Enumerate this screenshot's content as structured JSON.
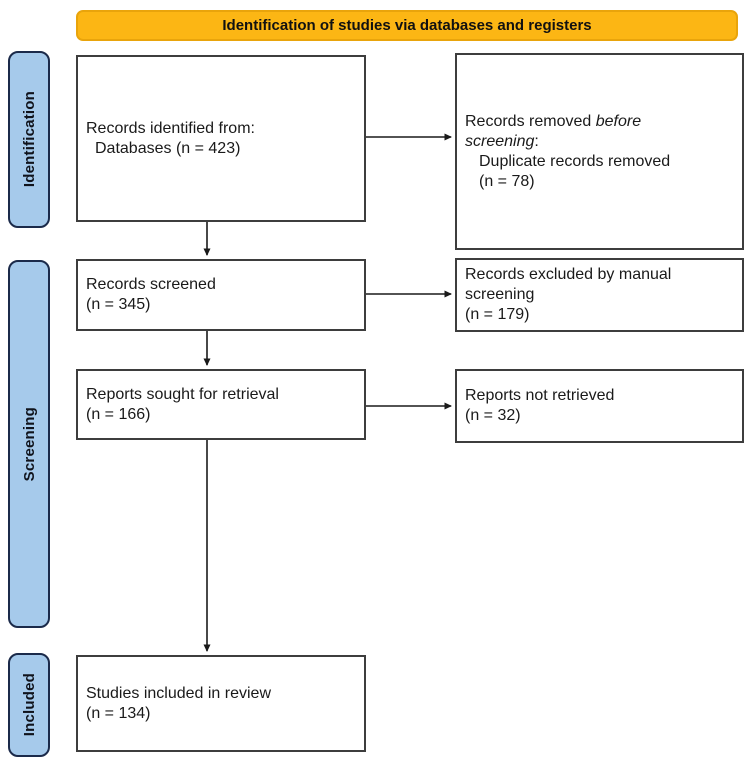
{
  "header": {
    "title": "Identification of studies via databases and registers"
  },
  "sidebar": {
    "items": [
      {
        "label": "Identification"
      },
      {
        "label": "Screening"
      },
      {
        "label": "Included"
      }
    ]
  },
  "flow": {
    "records_identified": {
      "line1": "Records identified from:",
      "line2": "Databases (n = 423)"
    },
    "records_removed": {
      "line1_text": "Records removed ",
      "line1_italic": "before",
      "line2_italic": "screening",
      "line2_suffix": ":",
      "line3": "Duplicate records removed",
      "line4": "(n = 78)"
    },
    "records_screened": {
      "line1": "Records screened",
      "line2": "(n = 345)"
    },
    "records_excluded": {
      "line1": "Records excluded by manual",
      "line2": "screening",
      "line3": "(n = 179)"
    },
    "reports_sought": {
      "line1": "Reports sought for retrieval",
      "line2": "(n = 166)"
    },
    "reports_not_retrieved": {
      "line1": "Reports not retrieved",
      "line2": "(n = 32)"
    },
    "studies_included": {
      "line1": "Studies included in review",
      "line2": "(n = 134)"
    }
  },
  "colors": {
    "header_fill": "#FCB614",
    "header_border": "#E9A40B",
    "sidebar_fill": "#A6CAEB",
    "sidebar_border": "#1B2A4A",
    "box_border": "#3D3D3D",
    "arrow": "#1A1A1A",
    "text": "#1A1A1A"
  }
}
